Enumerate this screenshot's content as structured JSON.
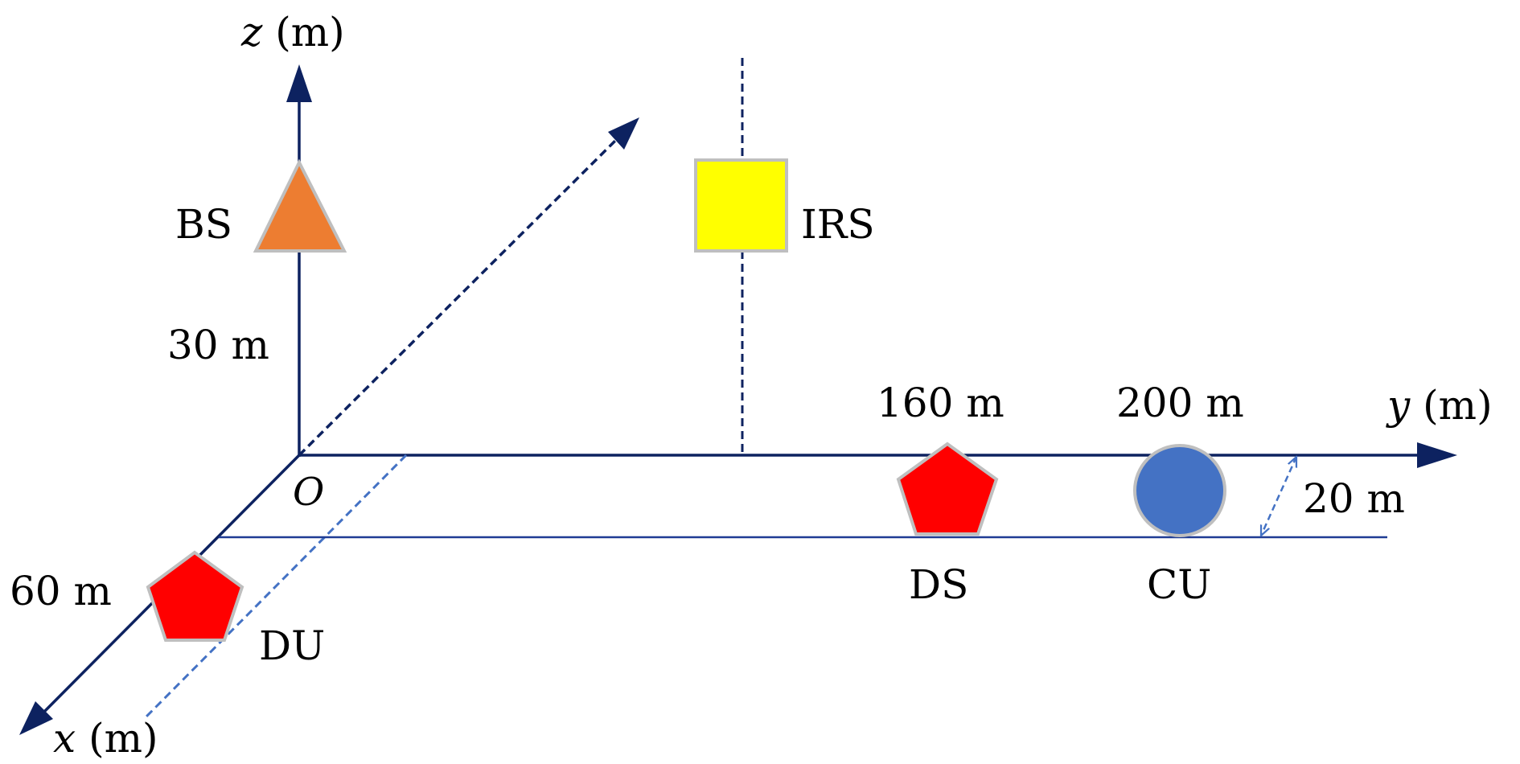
{
  "colors": {
    "axis": "#0d2260",
    "dashed_blue": "#4472c4",
    "bs_fill": "#ed7d31",
    "irs_fill": "#ffff00",
    "user_fill": "#ff0000",
    "cu_fill": "#4472c4",
    "shape_stroke": "#bfbfbf"
  },
  "axes": {
    "z_var": "z",
    "y_var": "y",
    "x_var": "x",
    "unit": " (m)",
    "origin": "O"
  },
  "nodes": {
    "bs": {
      "label": "BS",
      "icon": "triangle"
    },
    "irs": {
      "label": "IRS",
      "icon": "square"
    },
    "ds": {
      "label": "DS",
      "icon": "pentagon"
    },
    "cu": {
      "label": "CU",
      "icon": "circle"
    },
    "du": {
      "label": "DU",
      "icon": "pentagon"
    }
  },
  "dimensions": {
    "bs_height": "30 m",
    "ds_position": "160 m",
    "cu_position": "200 m",
    "lane_offset": "20 m",
    "du_position": "60 m"
  }
}
